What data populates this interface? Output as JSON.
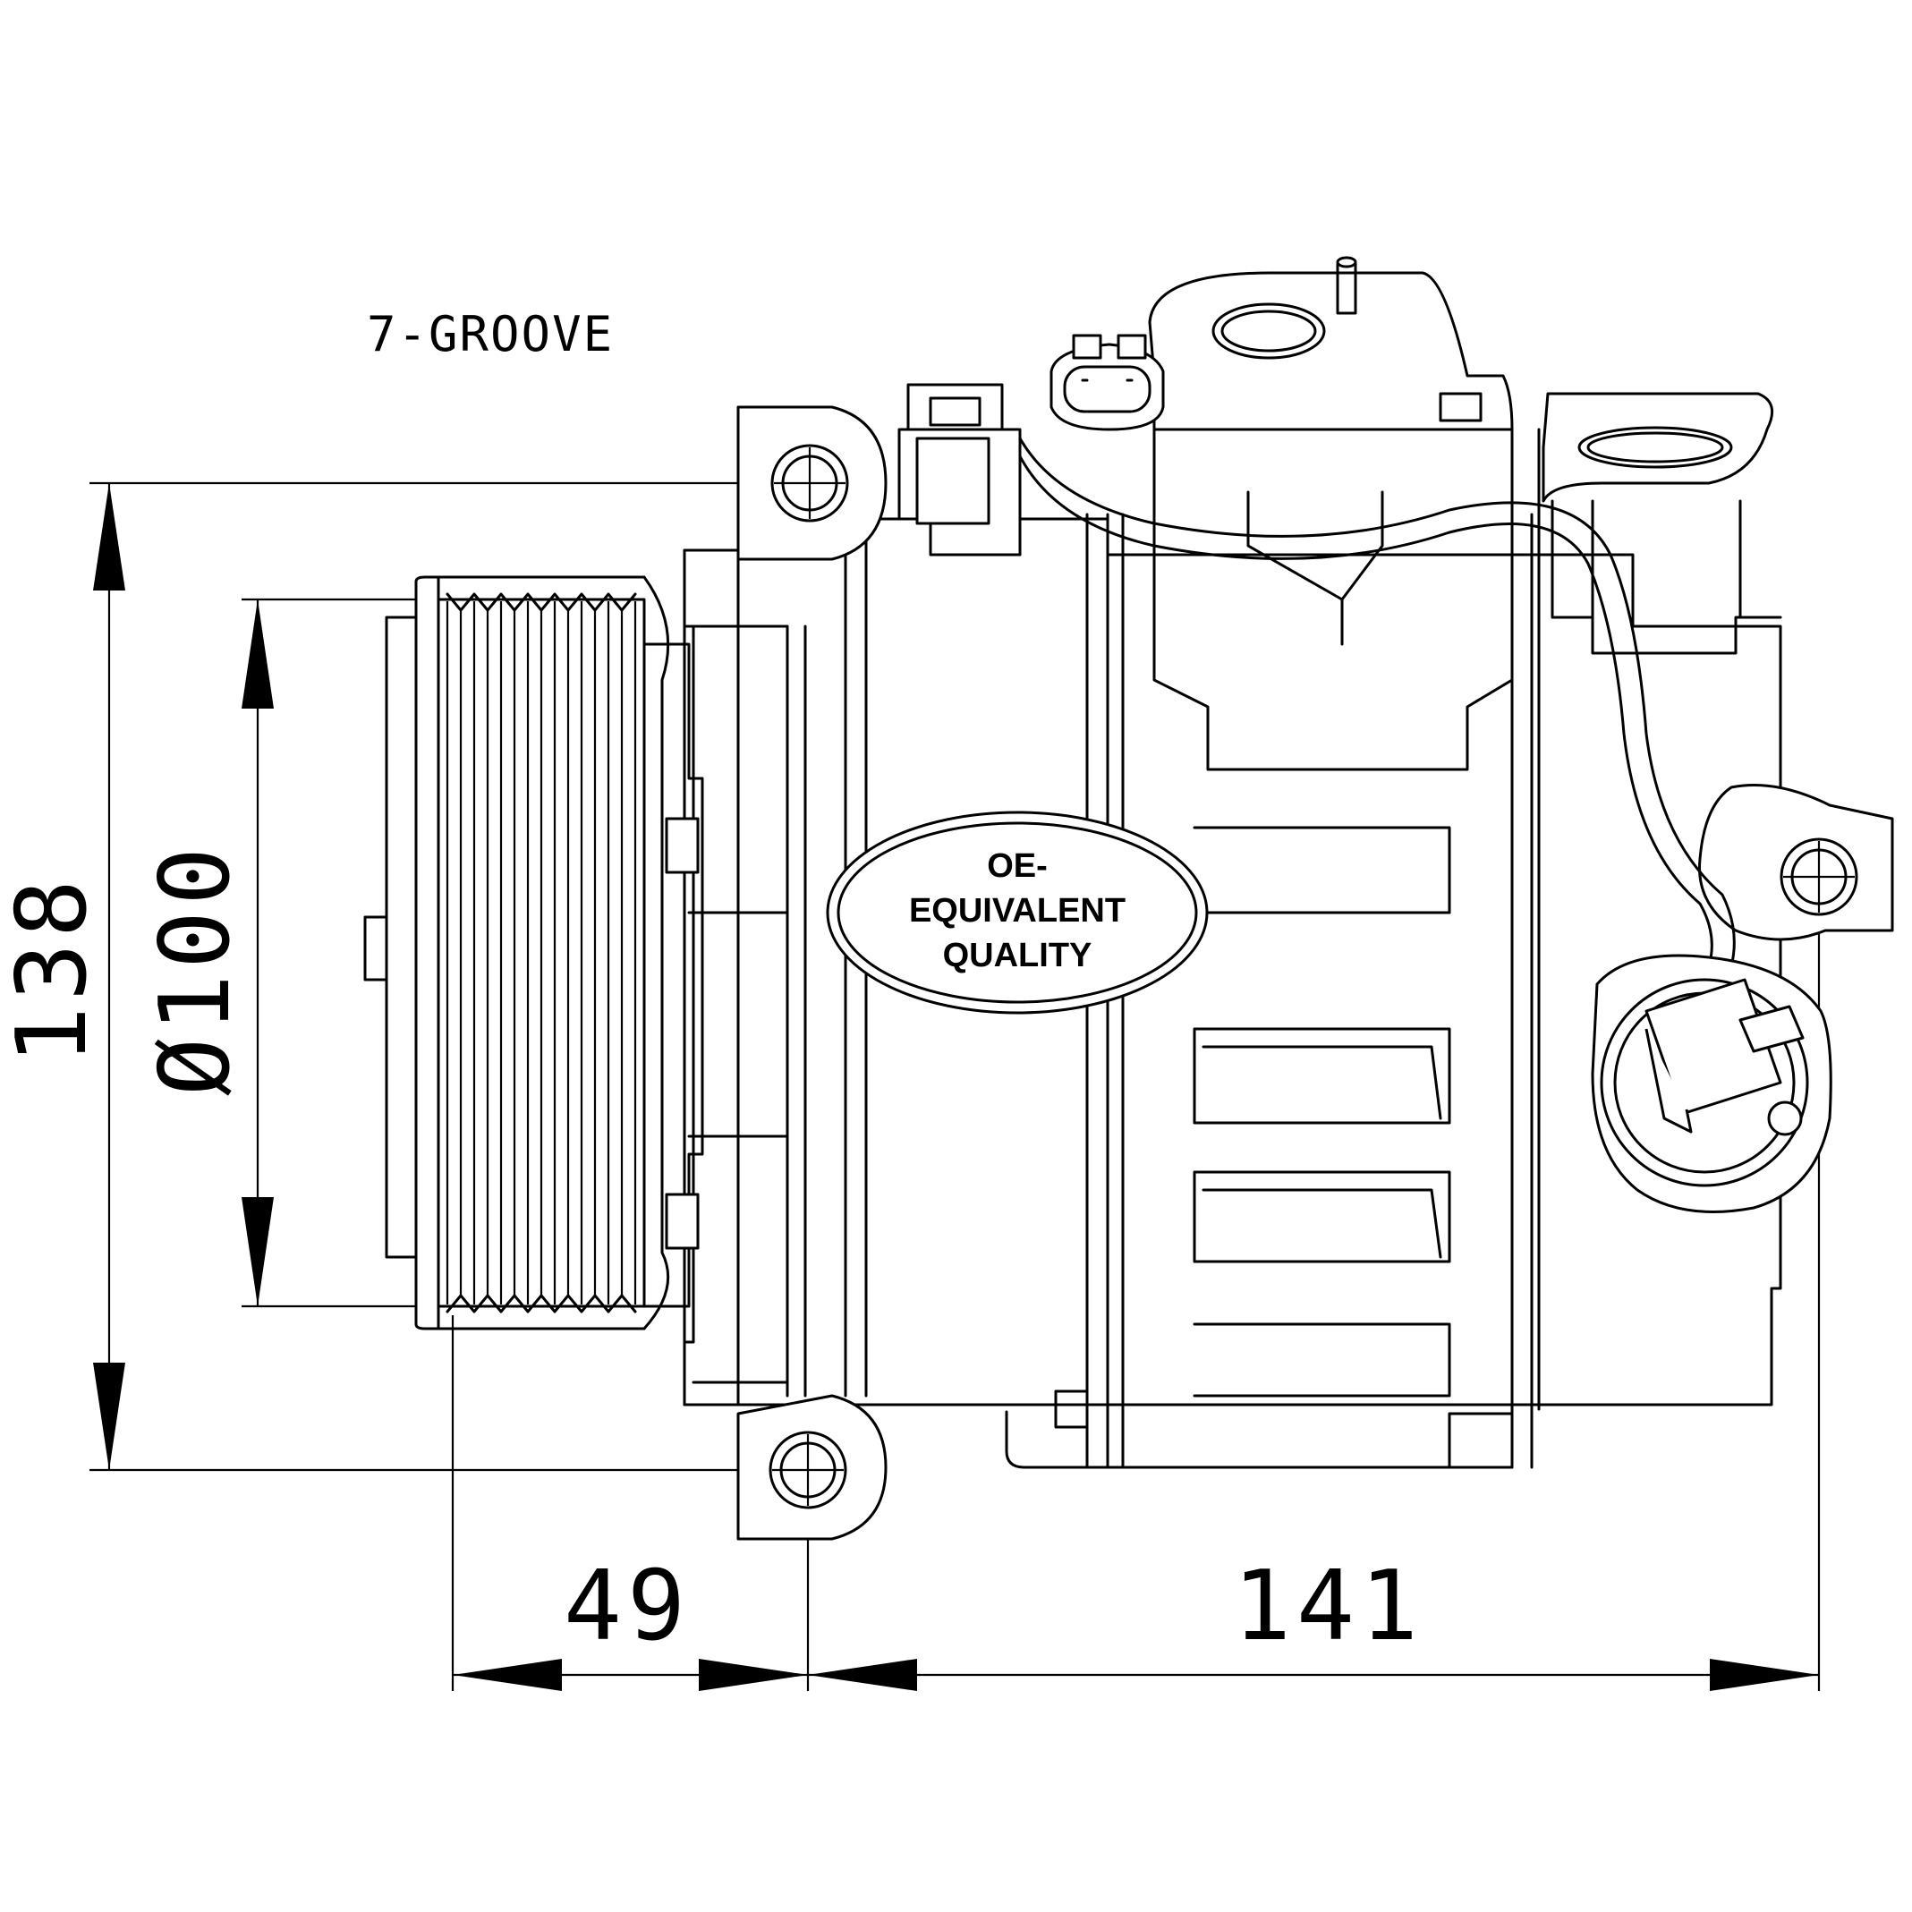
{
  "note": {
    "groove_label": "7-GROOVE"
  },
  "dimensions": {
    "height": "138",
    "pulley_diameter": "Ø100",
    "pulley_offset": "49",
    "body_length": "141"
  },
  "stamp": {
    "line1": "OE-",
    "line2": "EQUIVALENT",
    "line3": "QUALITY"
  }
}
